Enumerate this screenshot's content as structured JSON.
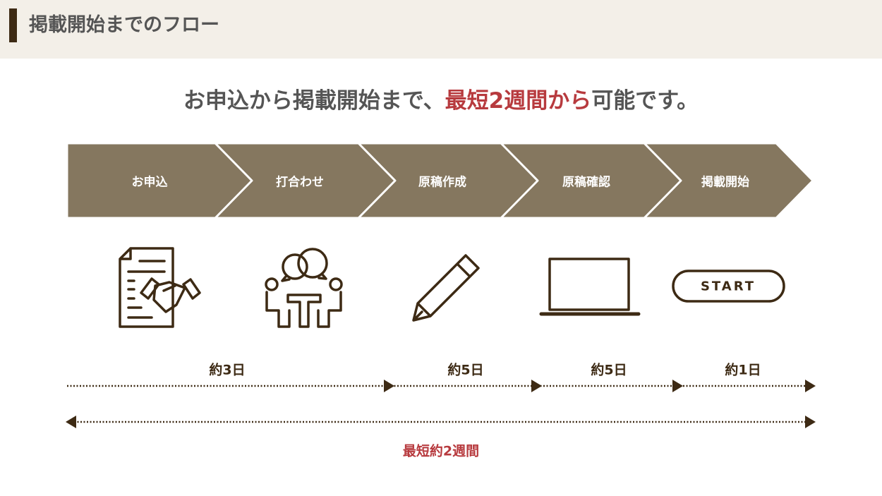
{
  "header": {
    "title": "掲載開始までのフロー"
  },
  "headline": {
    "prefix": "お申込から掲載開始まで、",
    "highlight": "最短2週間から",
    "suffix": "可能です。"
  },
  "steps": [
    {
      "label": "お申込",
      "icon": "contract-handshake-icon"
    },
    {
      "label": "打合わせ",
      "icon": "meeting-icon"
    },
    {
      "label": "原稿作成",
      "icon": "pencil-icon"
    },
    {
      "label": "原稿確認",
      "icon": "laptop-icon"
    },
    {
      "label": "掲載開始",
      "icon": "start-button-icon"
    }
  ],
  "start_badge": "START",
  "durations": [
    "約3日",
    "約5日",
    "約5日",
    "約1日"
  ],
  "total": "最短約2週間",
  "colors": {
    "chevron": "#85775f",
    "dark": "#3d2a14",
    "accent": "#b73a3e",
    "header_bg": "#f3efe8"
  }
}
